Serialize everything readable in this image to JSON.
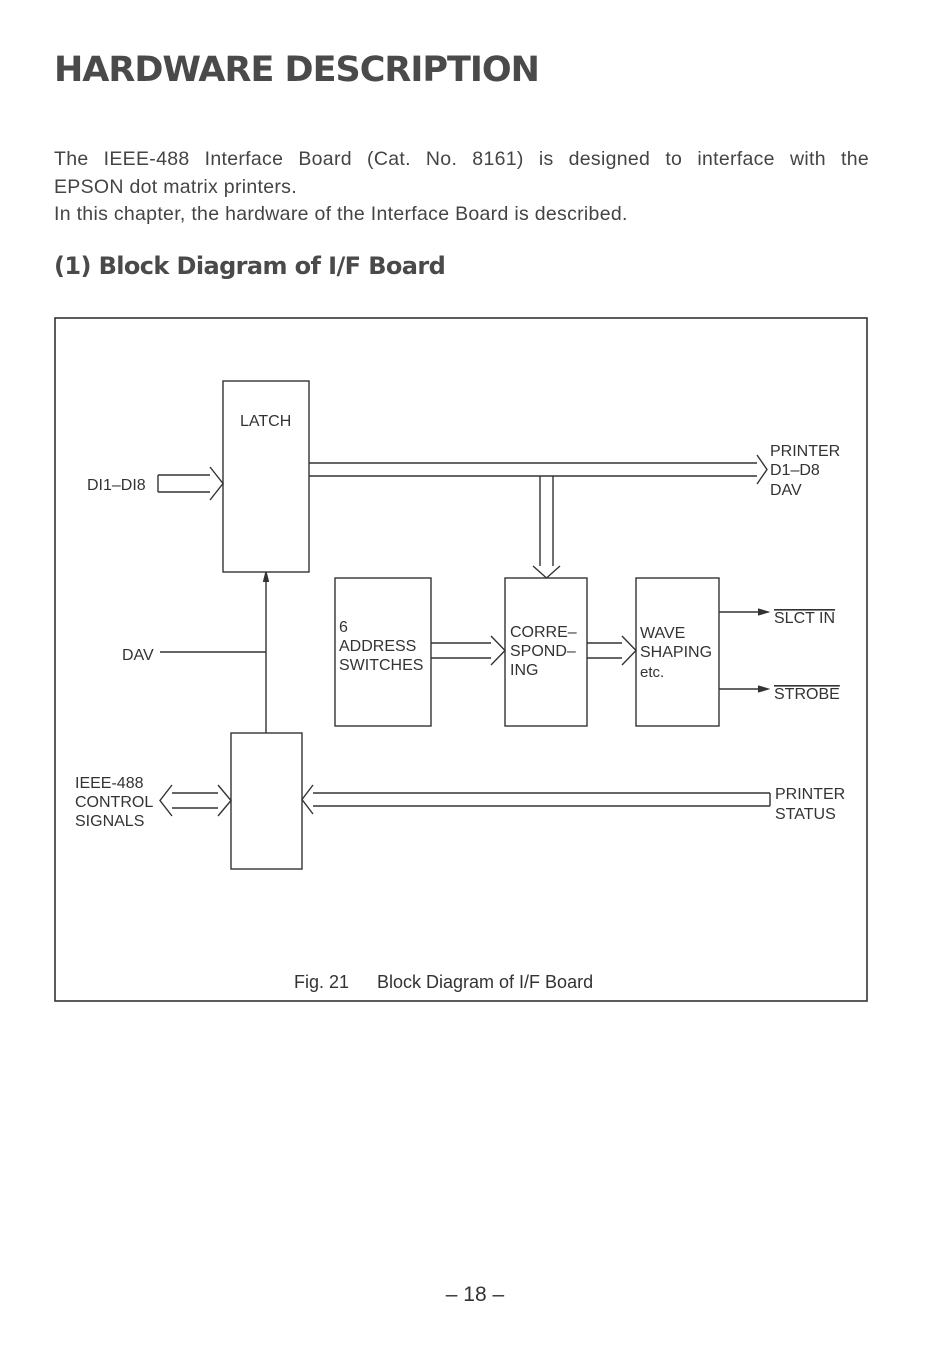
{
  "page": {
    "title": "HARDWARE DESCRIPTION",
    "intro_line1": "The IEEE-488 Interface Board (Cat. No. 8161) is designed to interface with the",
    "intro_line2": "EPSON dot matrix printers.",
    "intro_line3": "In this chapter, the hardware of the Interface Board is described.",
    "section_title": "(1) Block Diagram of I/F Board",
    "page_number": "– 18 –"
  },
  "diagram": {
    "blocks": {
      "latch": "LATCH",
      "address_switches": [
        "6",
        "ADDRESS",
        "SWITCHES"
      ],
      "corresponding": [
        "CORRE–",
        "SPOND–",
        "ING"
      ],
      "wave_shaping": [
        "WAVE",
        "SHAPING",
        "etc."
      ]
    },
    "signals": {
      "di_in": "DI1–DI8",
      "dav_in": "DAV",
      "ieee": [
        "IEEE-488",
        "CONTROL",
        "SIGNALS"
      ],
      "printer_out": [
        "PRINTER",
        "D1–D8",
        "DAV"
      ],
      "slct_in": "SLCT IN",
      "strobe": "STROBE",
      "printer_status": [
        "PRINTER",
        "STATUS"
      ]
    },
    "caption_number": "Fig. 21",
    "caption_text": "Block Diagram of I/F Board"
  }
}
